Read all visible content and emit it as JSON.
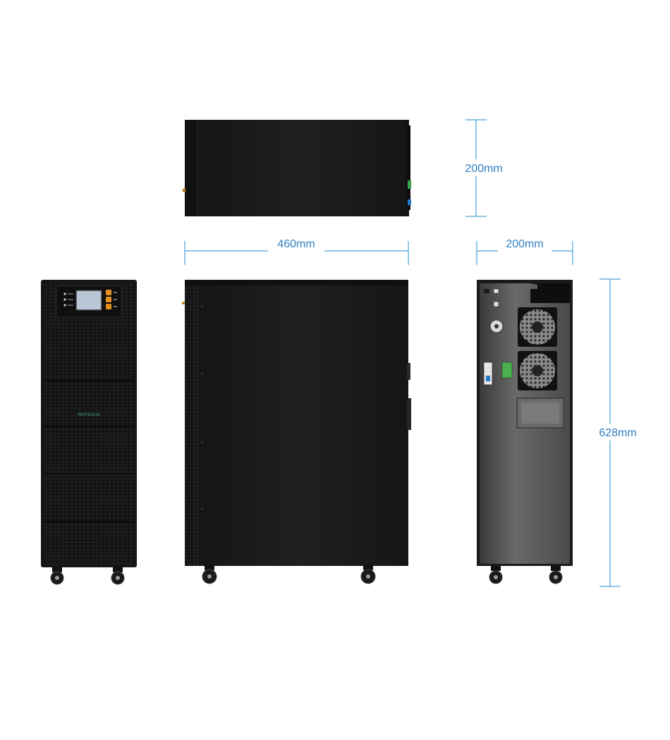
{
  "dimensions": {
    "top_view_depth": "200mm",
    "side_width": "460mm",
    "rear_depth": "200mm",
    "height": "628mm"
  },
  "front_panel": {
    "brand_text": "PROTECH.AI"
  },
  "colors": {
    "dimension_line": "#4a9fd8",
    "dimension_text": "#2f7fc4",
    "cabinet": "#1a1a1a",
    "rear_panel": "#5a5a5a",
    "button_orange": "#e8901e",
    "lcd_screen": "#b9c6d6",
    "terminal_green": "#4caf50",
    "connector_blue": "#2979c9"
  }
}
